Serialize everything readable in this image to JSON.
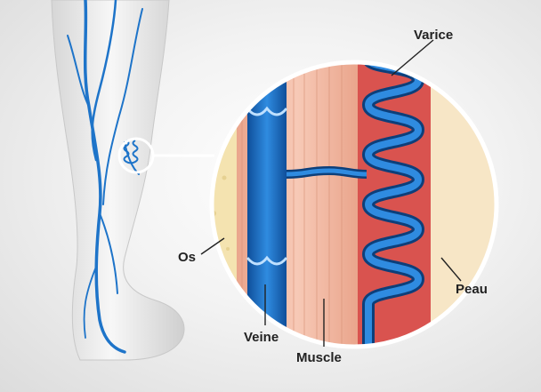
{
  "labels": {
    "varice": "Varice",
    "os": "Os",
    "peau": "Peau",
    "veine": "Veine",
    "muscle": "Muscle"
  },
  "colors": {
    "vein_blue": "#1e74c9",
    "vein_dark": "#0d3f7a",
    "muscle": "#f2b8a2",
    "skin_red": "#d9534f",
    "bone": "#f4e3b0",
    "leg": "#e9e9e9"
  }
}
